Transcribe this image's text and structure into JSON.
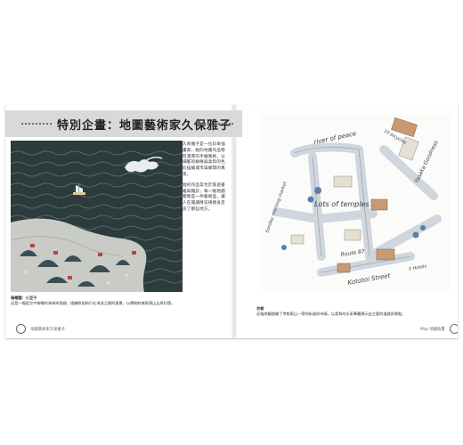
{
  "header": {
    "title": "特別企畫：地圖藝術家久保雅子"
  },
  "left_page": {
    "caption_title": "鳥瞰圖：小豆子",
    "caption_text": "這是一幅從空中俯瞰的海灣與島嶼，描繪帆船航行在海浪之間的風景，以傳統紋樣表現山丘與村落。",
    "body_paragraphs": [
      "久保雅子是一位日本插畫家，她的地圖作品帶有濃厚的手繪風格，以細膩的線條與柔和的色彩描繪城市與鄉間的風景。",
      "她的作品常見於旅遊書籍與雜誌，每一幅地圖都像是一件藝術品，讓人在閱讀時彷彿親身走訪了那些地方。"
    ],
    "footer": "地圖藝術家久保雅子"
  },
  "right_page": {
    "caption_title": "京都",
    "caption_text": "這幅地圖描繪了京都東山一帶的街道與寺廟，以柔和的水彩筆觸標示出主要的道路與景點。",
    "footer": "Map 地圖插畫",
    "map_labels": {
      "label_1": "river of peace",
      "label_2": "Lots of temples",
      "label_3": "Yasaka Goodness",
      "label_4": "Route 87",
      "label_5": "Kototoi Street",
      "label_6": "3 Hotels",
      "label_7": "Sunday morning market",
      "label_8": "10 bicycles"
    }
  },
  "colors": {
    "title_band": "#d9d9d9",
    "illustration_sea": "#2c3b3c",
    "map_road": "#cfd6de"
  }
}
